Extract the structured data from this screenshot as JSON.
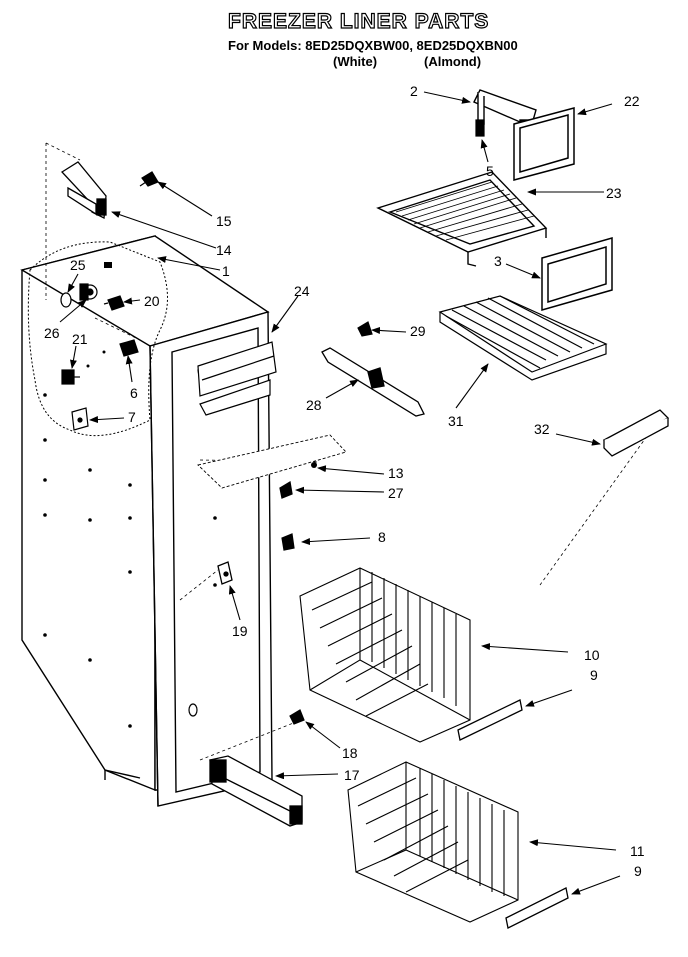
{
  "header": {
    "title": "FREEZER LINER PARTS",
    "models": "For Models: 8ED25DQXBW00, 8ED25DQXBN00",
    "variant_white": "(White)",
    "variant_almond": "(Almond)"
  },
  "callouts": {
    "p1": "1",
    "p2": "2",
    "p3": "3",
    "p5": "5",
    "p6": "6",
    "p7": "7",
    "p8": "8",
    "p9a": "9",
    "p9b": "9",
    "p10": "10",
    "p11": "11",
    "p13": "13",
    "p14": "14",
    "p15": "15",
    "p17": "17",
    "p18": "18",
    "p19": "19",
    "p20": "20",
    "p21": "21",
    "p22": "22",
    "p23": "23",
    "p24": "24",
    "p25": "25",
    "p26": "26",
    "p27": "27",
    "p28": "28",
    "p29": "29",
    "p31": "31",
    "p32": "32"
  }
}
